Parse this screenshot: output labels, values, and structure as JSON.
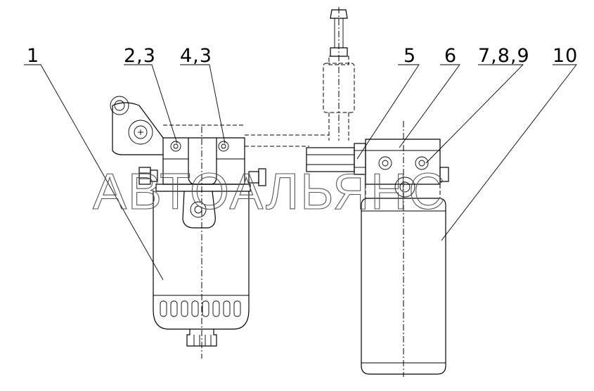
{
  "callouts": {
    "c1": "1",
    "c2": "2,3",
    "c3": "4,3",
    "c4": "5",
    "c5": "6",
    "c6": "7,8,9",
    "c7": "10"
  },
  "watermark": "АВТОАЛЬЯНС"
}
